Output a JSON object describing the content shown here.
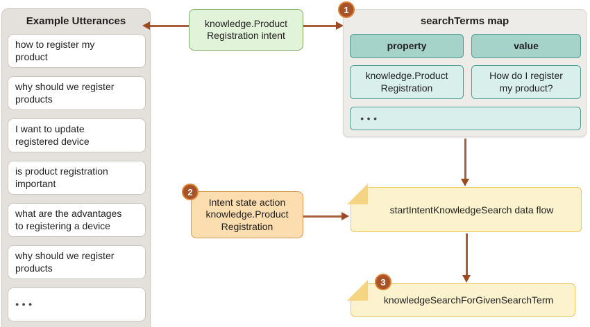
{
  "colors": {
    "accent_arrow": "#ab5c38",
    "badge_fill": "#a7532a",
    "badge_ring": "#dc8131",
    "green_intent": "#e1f3d8",
    "teal_header": "#a5d2c9",
    "teal_value": "#d8efeb",
    "orange_action": "#fbddb0",
    "note_yellow": "#fcf2cd"
  },
  "badges": [
    "1",
    "2",
    "3"
  ],
  "utterances_panel": {
    "title": "Example Utterances",
    "items": [
      "how to register my\nproduct",
      "why should we register\nproducts",
      "I want to update\nregistered device",
      "is product registration\nimportant",
      "what are the advantages\nto registering a device",
      "why should we register\nproducts"
    ],
    "ellipsis": "●●●"
  },
  "intent_box": {
    "label": "knowledge.Product\nRegistration intent"
  },
  "searchterms_map": {
    "title": "searchTerms map",
    "columns": [
      "property",
      "value"
    ],
    "row": [
      "knowledge.Product\nRegistration",
      "How do I register\nmy product?"
    ],
    "ellipsis": "●●●"
  },
  "action_box": {
    "label": "Intent state action\nknowledge.Product\nRegistration"
  },
  "flow_notes": [
    {
      "label": "startIntentKnowledgeSearch data flow"
    },
    {
      "label": "knowledgeSearchForGivenSearchTerm"
    }
  ]
}
